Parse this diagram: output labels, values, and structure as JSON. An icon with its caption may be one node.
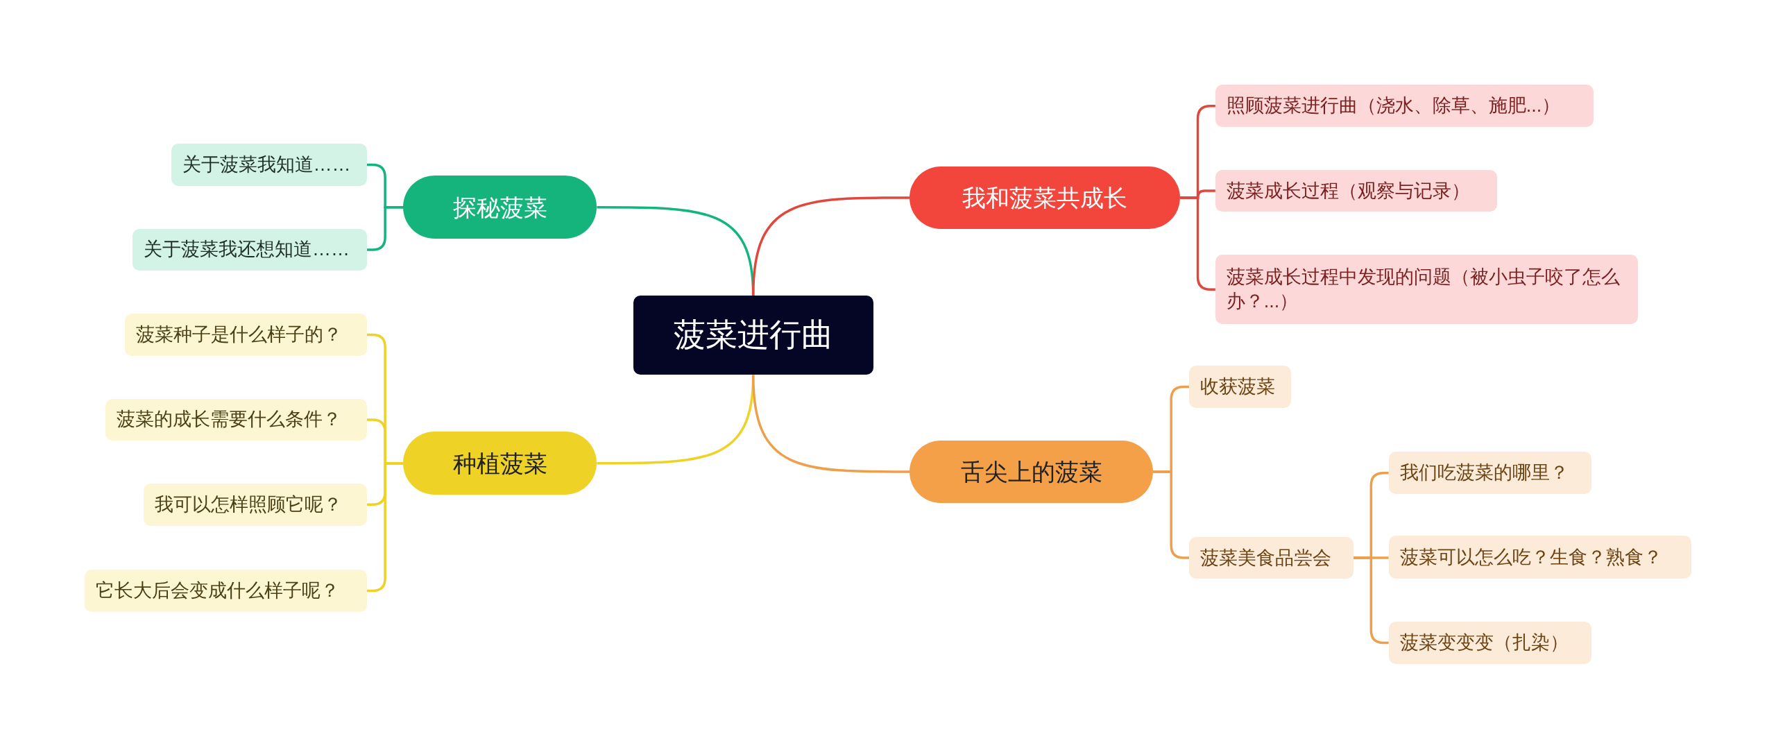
{
  "diagram": {
    "nodes": [
      {
        "text": [
          "菠菜进行曲"
        ]
      },
      {
        "text": [
          "探秘菠菜"
        ]
      },
      {
        "text": [
          "关于菠菜我知道……"
        ]
      },
      {
        "text": [
          "关于菠菜我还想知道……"
        ]
      },
      {
        "text": [
          "种植菠菜"
        ]
      },
      {
        "text": [
          "菠菜种子是什么样子的？"
        ]
      },
      {
        "text": [
          "菠菜的成长需要什么条件？"
        ]
      },
      {
        "text": [
          "我可以怎样照顾它呢？"
        ]
      },
      {
        "text": [
          "它长大后会变成什么样子呢？"
        ]
      },
      {
        "text": [
          "我和菠菜共成长"
        ]
      },
      {
        "text": [
          "照顾菠菜进行曲（浇水、除草、施肥...）"
        ]
      },
      {
        "text": [
          "菠菜成长过程（观察与记录）"
        ]
      },
      {
        "text": [
          "菠菜成长过程中发现的问题（被小虫子咬了怎么办？...）"
        ]
      },
      {
        "text": [
          "舌尖上的菠菜"
        ]
      },
      {
        "text": [
          "收获菠菜"
        ]
      },
      {
        "text": [
          "菠菜美食品尝会"
        ]
      },
      {
        "text": [
          "我们吃菠菜的哪里？"
        ]
      },
      {
        "text": [
          "菠菜可以怎么吃？生食？熟食？"
        ]
      },
      {
        "text": [
          "菠菜变变变（扎染）"
        ]
      }
    ],
    "edges": [
      {
        "from": 0,
        "to": 1,
        "arrow": "none",
        "color": "#14b47c"
      },
      {
        "from": 1,
        "to": 2,
        "arrow": "none",
        "color": "#14b47c"
      },
      {
        "from": 1,
        "to": 3,
        "arrow": "none",
        "color": "#14b47c"
      },
      {
        "from": 0,
        "to": 4,
        "arrow": "none",
        "color": "#eed226"
      },
      {
        "from": 4,
        "to": 5,
        "arrow": "none",
        "color": "#eed226"
      },
      {
        "from": 4,
        "to": 6,
        "arrow": "none",
        "color": "#eed226"
      },
      {
        "from": 4,
        "to": 7,
        "arrow": "none",
        "color": "#eed226"
      },
      {
        "from": 4,
        "to": 8,
        "arrow": "none",
        "color": "#eed226"
      },
      {
        "from": 0,
        "to": 9,
        "arrow": "none",
        "color": "#e0473d"
      },
      {
        "from": 9,
        "to": 10,
        "arrow": "none",
        "color": "#e0473d"
      },
      {
        "from": 9,
        "to": 11,
        "arrow": "none",
        "color": "#e0473d"
      },
      {
        "from": 9,
        "to": 12,
        "arrow": "none",
        "color": "#e0473d"
      },
      {
        "from": 0,
        "to": 13,
        "arrow": "none",
        "color": "#ee9f4c"
      },
      {
        "from": 13,
        "to": 14,
        "arrow": "none",
        "color": "#ee9f4c"
      },
      {
        "from": 13,
        "to": 15,
        "arrow": "none",
        "color": "#ee9f4c"
      },
      {
        "from": 15,
        "to": 16,
        "arrow": "none",
        "color": "#ee9f4c"
      },
      {
        "from": 15,
        "to": 17,
        "arrow": "none",
        "color": "#ee9f4c"
      },
      {
        "from": 15,
        "to": 18,
        "arrow": "none",
        "color": "#ee9f4c"
      }
    ]
  }
}
